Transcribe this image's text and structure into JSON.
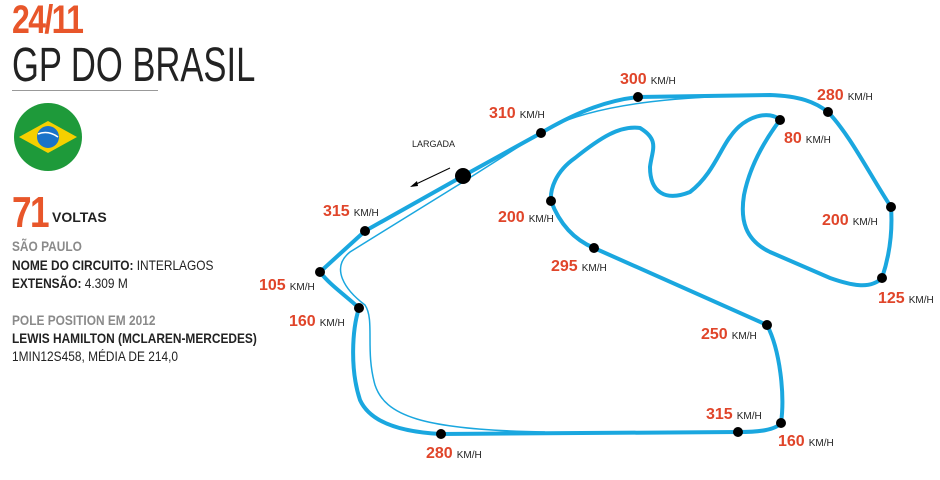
{
  "header": {
    "date": "24/11",
    "title": "GP DO BRASIL"
  },
  "flag": {
    "name": "brazil-flag",
    "colors": {
      "green": "#1e9a3a",
      "yellow": "#f5d000",
      "blue": "#1a73c9"
    }
  },
  "laps": {
    "value": "71",
    "label": "VOLTAS"
  },
  "info": {
    "city": "SÃO PAULO",
    "circuit_label": "NOME DO CIRCUITO:",
    "circuit": "INTERLAGOS",
    "length_label": "EXTENSÃO:",
    "length": "4.309 M",
    "pole_title": "POLE POSITION EM 2012",
    "pole_driver": "LEWIS HAMILTON (MCLAREN-MERCEDES)",
    "pole_time": "1MIN12S458, MÉDIA DE 214,0"
  },
  "track": {
    "start_label": "LARGADA",
    "color": "#1aa7df",
    "unit": "KM/H",
    "speeds": [
      "300",
      "310",
      "280",
      "80",
      "315",
      "200",
      "200",
      "295",
      "105",
      "125",
      "160",
      "250",
      "315",
      "160",
      "280"
    ]
  }
}
